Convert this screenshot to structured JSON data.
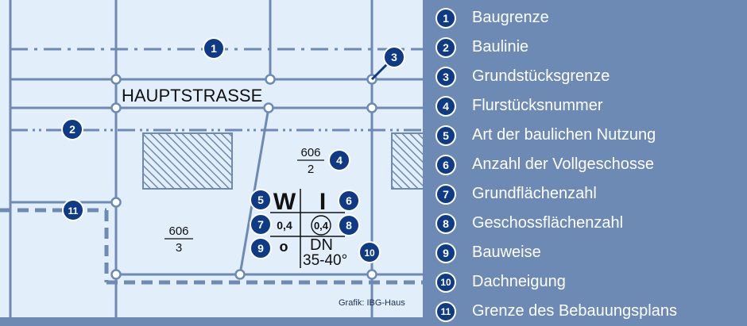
{
  "colors": {
    "page_bg": "#6d8ab5",
    "map_bg": "#e2eefa",
    "plan_line": "#6d8ab5",
    "badge": "#0e3a86",
    "ink": "#1a1a1a"
  },
  "map": {
    "street_name": "HAUPTSTRASSE",
    "parcels": [
      {
        "numerator": "606",
        "denominator": "2"
      },
      {
        "numerator": "606",
        "denominator": "3"
      }
    ],
    "nutzungsschablone": {
      "art": "W",
      "vollgeschosse": "I",
      "grz": "0,4",
      "gfz": "0,4",
      "bauweise": "o",
      "dach_line1": "DN",
      "dach_line2": "35-40°"
    },
    "markers": [
      "1",
      "2",
      "3",
      "4",
      "5",
      "6",
      "7",
      "8",
      "9",
      "10",
      "11"
    ],
    "credit": "Grafik: IBG-Haus"
  },
  "legend": [
    {
      "number": "1",
      "label": "Baugrenze"
    },
    {
      "number": "2",
      "label": "Baulinie"
    },
    {
      "number": "3",
      "label": "Grundstücksgrenze"
    },
    {
      "number": "4",
      "label": "Flurstücksnummer"
    },
    {
      "number": "5",
      "label": "Art der baulichen Nutzung"
    },
    {
      "number": "6",
      "label": "Anzahl der Vollgeschosse"
    },
    {
      "number": "7",
      "label": "Grundflächenzahl"
    },
    {
      "number": "8",
      "label": "Geschossflächenzahl"
    },
    {
      "number": "9",
      "label": "Bauweise"
    },
    {
      "number": "10",
      "label": "Dachneigung"
    },
    {
      "number": "11",
      "label": "Grenze des Bebauungsplans"
    }
  ]
}
